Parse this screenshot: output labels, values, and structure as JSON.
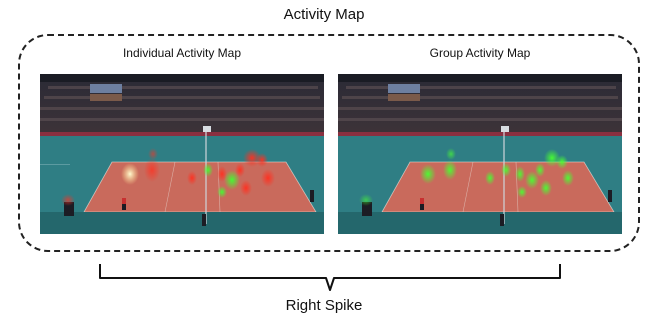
{
  "figure": {
    "title": "Activity Map",
    "panels": [
      {
        "id": "individual",
        "label": "Individual Activity Map",
        "highlight": "mixed"
      },
      {
        "id": "group",
        "label": "Group Activity Map",
        "highlight": "green"
      }
    ],
    "bottom_label": "Right Spike",
    "colors": {
      "court": "#c96a5c",
      "floor_teal": "#2f7e84",
      "heat_red": "#ff2a1a",
      "heat_green": "#37ff37",
      "heat_white": "#fff6b0"
    }
  }
}
